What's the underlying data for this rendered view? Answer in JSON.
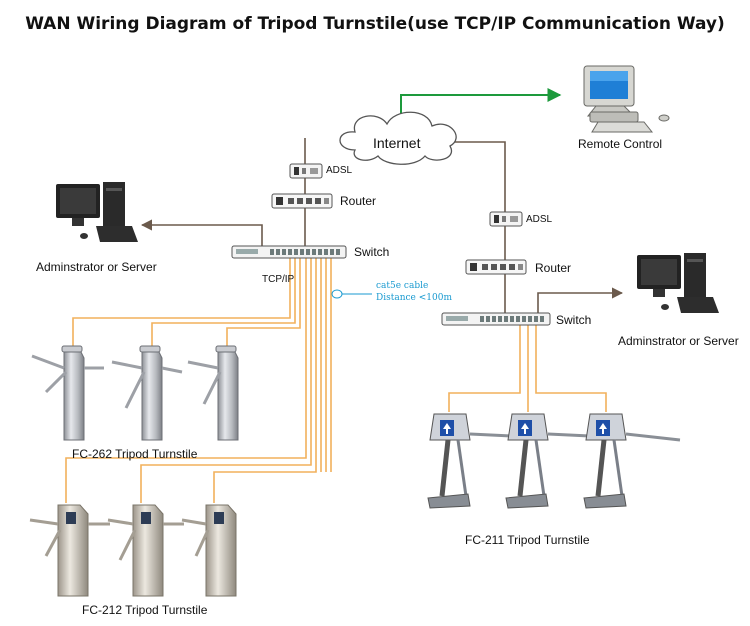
{
  "diagram": {
    "title": "WAN Wiring Diagram of Tripod Turnstile(use TCP/IP Communication Way)",
    "internet": "Internet",
    "remote_control": "Remote Control",
    "left": {
      "adsl": "ADSL",
      "router": "Router",
      "switch": "Switch",
      "tcpip": "TCP/IP",
      "admin": "Adminstrator or Server",
      "cable_type": "cat5e cable",
      "cable_distance": "Distance <100m",
      "group1": "FC-262 Tripod Turnstile",
      "group2": "FC-212 Tripod Turnstile"
    },
    "right": {
      "adsl": "ADSL",
      "router": "Router",
      "switch": "Switch",
      "admin": "Adminstrator or Server",
      "group": "FC-211 Tripod Turnstile"
    },
    "colors": {
      "wire_dark": "#6b5a4c",
      "wire_green": "#1d9a3c",
      "cable_orange": "#f2b15c",
      "note_blue": "#1a9ad0"
    }
  }
}
